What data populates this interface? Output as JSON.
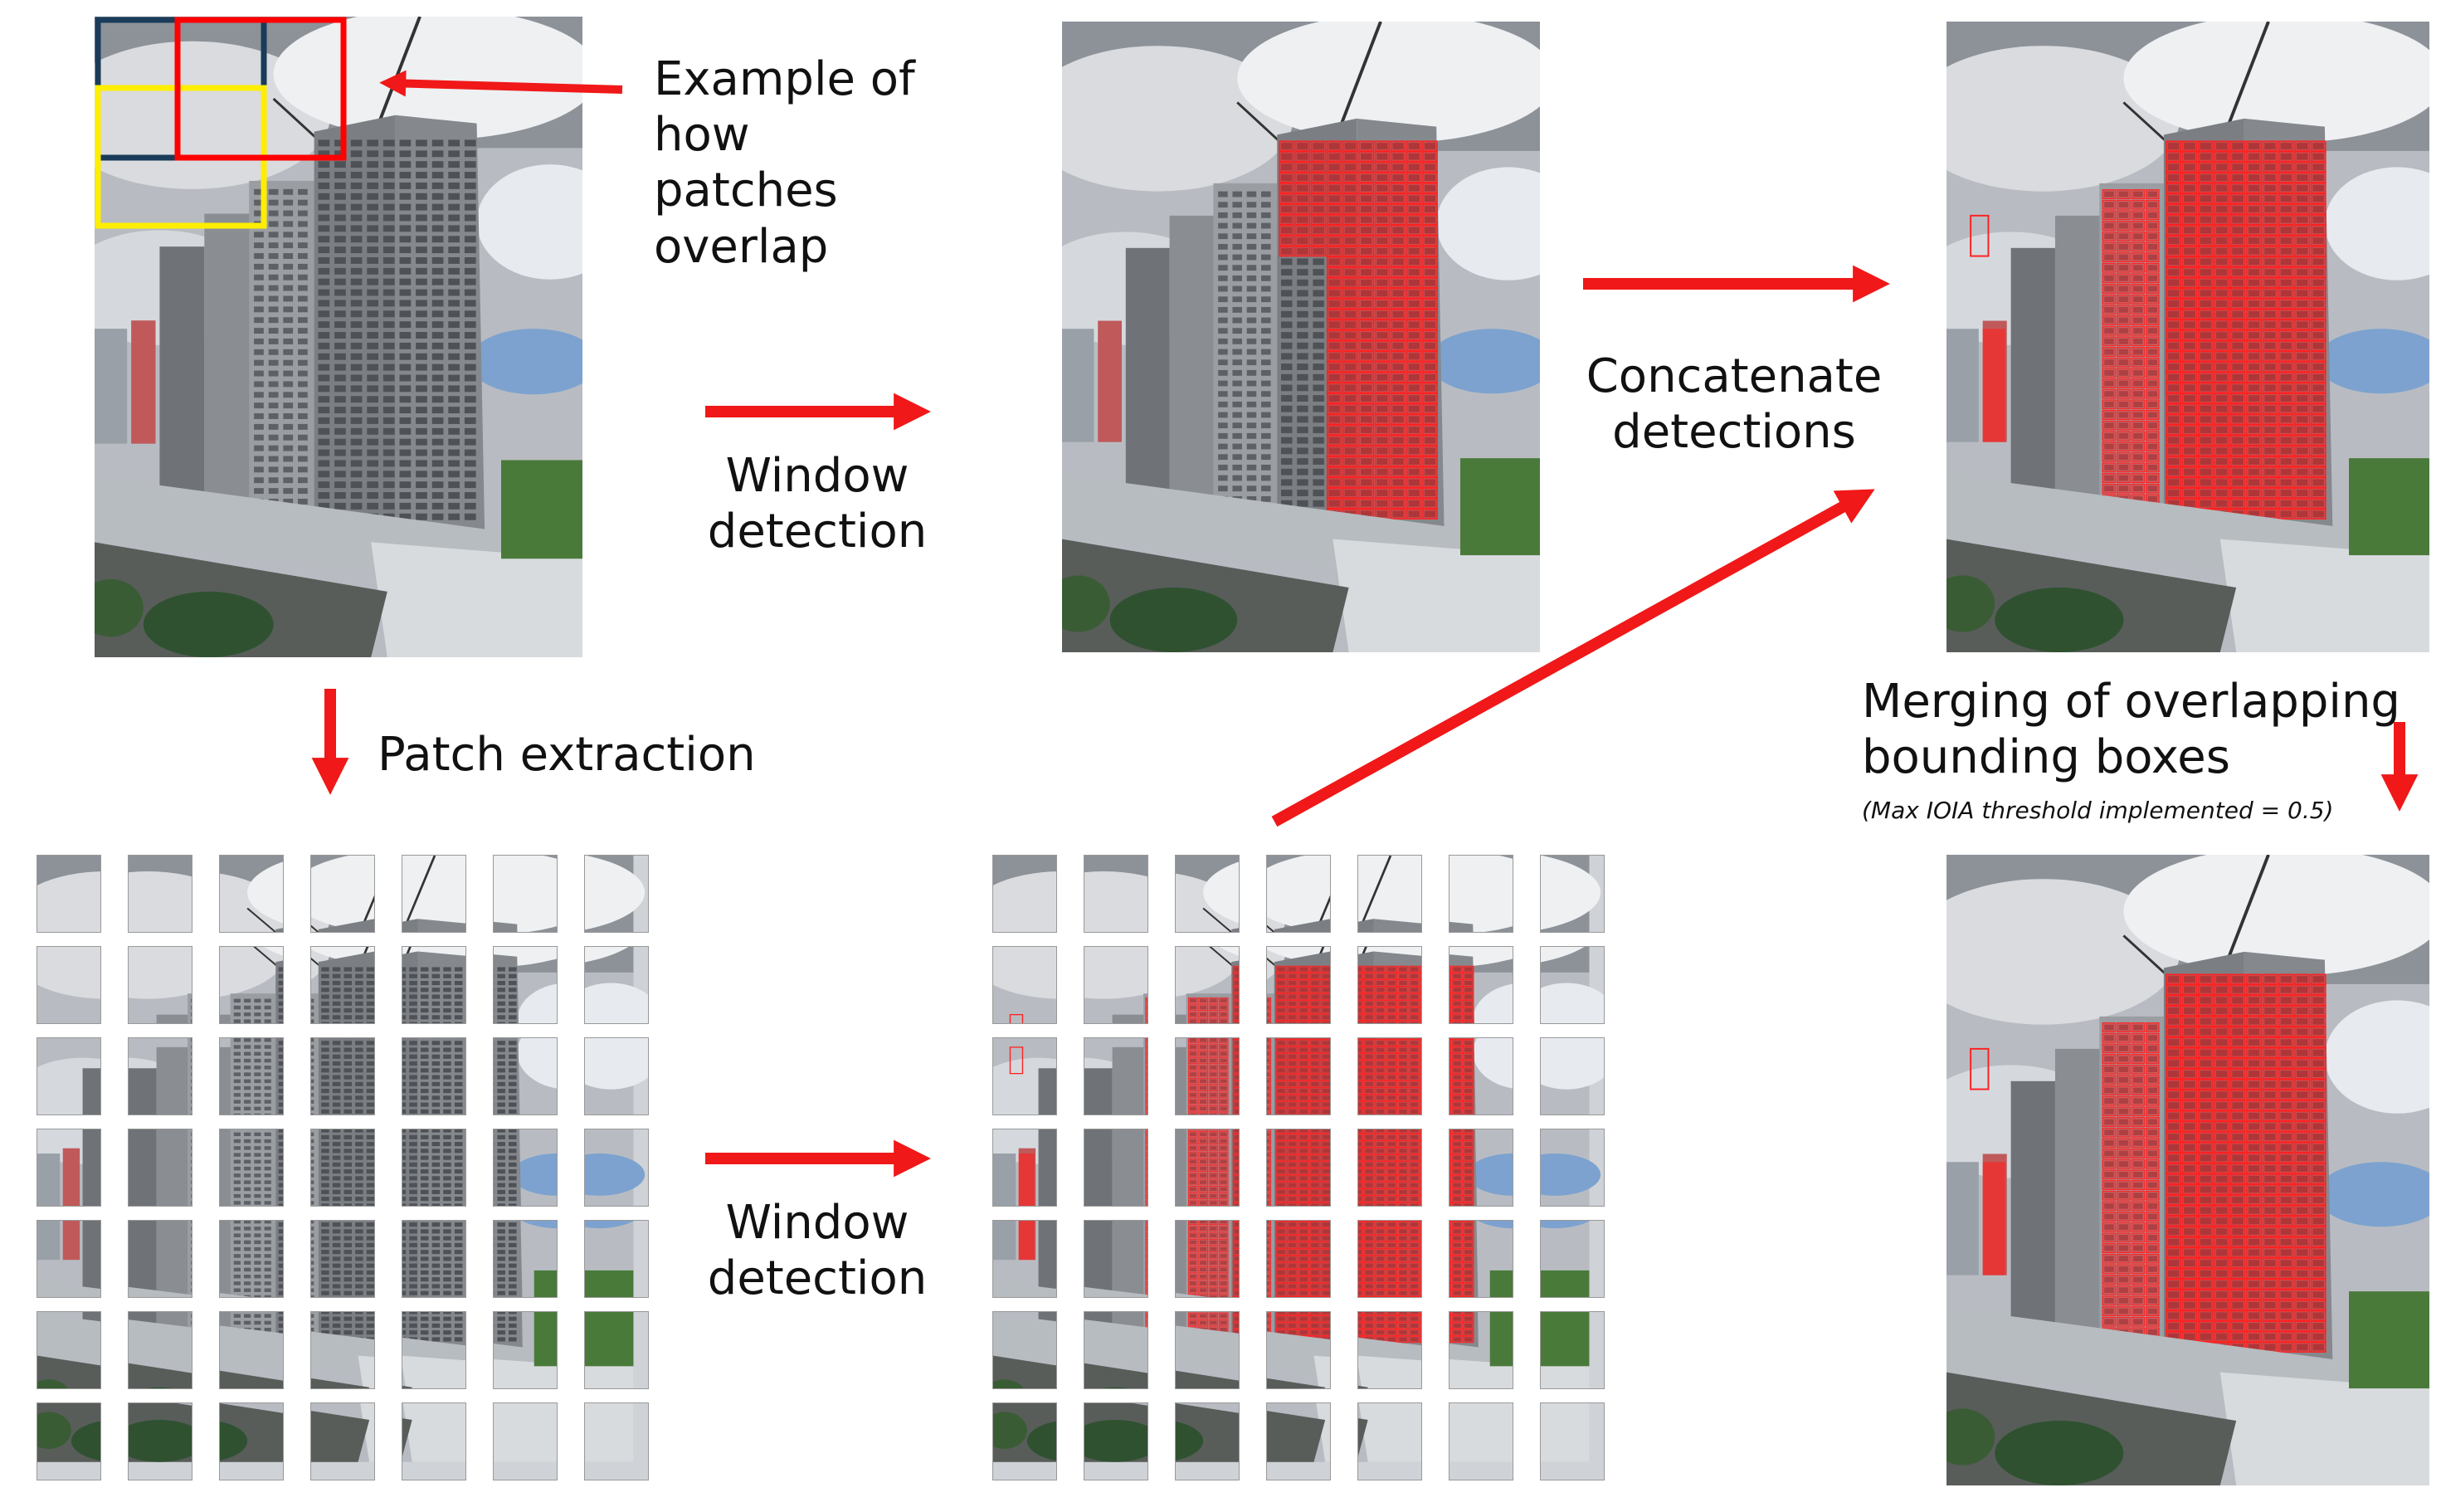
{
  "labels": {
    "example": "Example of\nhow\npatches\noverlap",
    "window_detection_top": "Window\ndetection",
    "concatenate": "Concatenate\ndetections",
    "patch_extraction": "Patch extraction",
    "window_detection_bottom": "Window\ndetection",
    "merging": "Merging of overlapping\nbounding boxes",
    "threshold_note": "(Max IOIA threshold implemented = 0.5)"
  },
  "images": {
    "original": "construction-site-photo",
    "detected_full": "window-detection-full-image",
    "concatenated": "concatenated-detections-image",
    "merged": "merged-bounding-boxes-image",
    "patches": "extracted-patches-grid",
    "detected_patches": "detected-patches-grid"
  },
  "grid": {
    "rows": 7,
    "cols": 7
  },
  "colors": {
    "arrow": "#f01818",
    "detection": "#ff2020",
    "patch_overlap_a": "#ff0000",
    "patch_overlap_b": "#ffee00",
    "patch_overlap_c": "#1a3c5a"
  }
}
